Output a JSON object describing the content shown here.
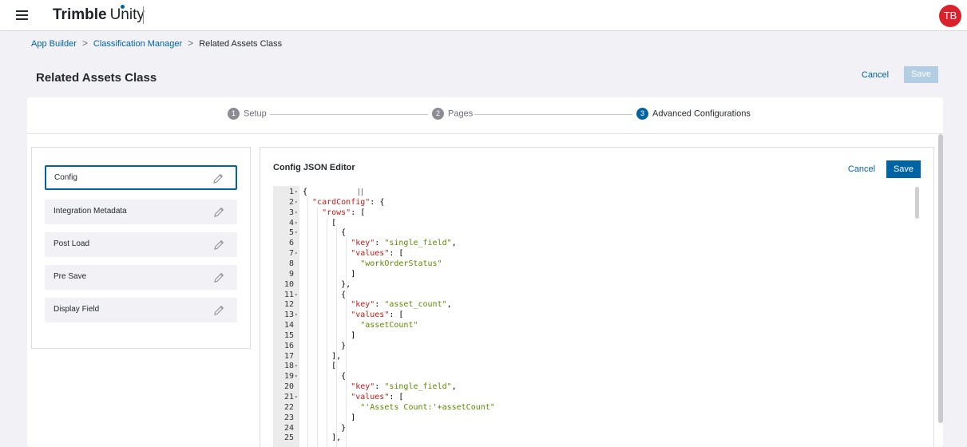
{
  "header": {
    "brand": "Trimble",
    "product": "Unity",
    "avatar_initials": "TB",
    "avatar_color": "#da212c"
  },
  "breadcrumb": {
    "items": [
      "App Builder",
      "Classification Manager",
      "Related Assets Class"
    ],
    "separator": ">"
  },
  "page": {
    "title": "Related Assets Class",
    "cancel_label": "Cancel",
    "save_label": "Save"
  },
  "stepper": {
    "steps": [
      {
        "num": "1",
        "label": "Setup",
        "active": false
      },
      {
        "num": "2",
        "label": "Pages",
        "active": false
      },
      {
        "num": "3",
        "label": "Advanced Configurations",
        "active": true
      }
    ]
  },
  "sidebar": {
    "items": [
      {
        "label": "Config",
        "selected": true
      },
      {
        "label": "Integration Metadata",
        "selected": false
      },
      {
        "label": "Post Load",
        "selected": false
      },
      {
        "label": "Pre Save",
        "selected": false
      },
      {
        "label": "Display Field",
        "selected": false
      }
    ]
  },
  "editor": {
    "title": "Config JSON Editor",
    "cancel_label": "Cancel",
    "save_label": "Save",
    "lines": [
      {
        "n": "1",
        "fold": true,
        "indent": 0,
        "tokens": [
          {
            "t": "p",
            "v": "{"
          }
        ]
      },
      {
        "n": "2",
        "fold": true,
        "indent": 1,
        "tokens": [
          {
            "t": "k",
            "v": "\"cardConfig\""
          },
          {
            "t": "p",
            "v": ": {"
          }
        ]
      },
      {
        "n": "3",
        "fold": true,
        "indent": 2,
        "tokens": [
          {
            "t": "k",
            "v": "\"rows\""
          },
          {
            "t": "p",
            "v": ": ["
          }
        ]
      },
      {
        "n": "4",
        "fold": true,
        "indent": 3,
        "tokens": [
          {
            "t": "p",
            "v": "["
          }
        ]
      },
      {
        "n": "5",
        "fold": true,
        "indent": 4,
        "tokens": [
          {
            "t": "p",
            "v": "{"
          }
        ]
      },
      {
        "n": "6",
        "fold": false,
        "indent": 5,
        "tokens": [
          {
            "t": "k",
            "v": "\"key\""
          },
          {
            "t": "p",
            "v": ": "
          },
          {
            "t": "s",
            "v": "\"single_field\""
          },
          {
            "t": "p",
            "v": ","
          }
        ]
      },
      {
        "n": "7",
        "fold": true,
        "indent": 5,
        "tokens": [
          {
            "t": "k",
            "v": "\"values\""
          },
          {
            "t": "p",
            "v": ": ["
          }
        ]
      },
      {
        "n": "8",
        "fold": false,
        "indent": 6,
        "tokens": [
          {
            "t": "s",
            "v": "\"workOrderStatus\""
          }
        ]
      },
      {
        "n": "9",
        "fold": false,
        "indent": 5,
        "tokens": [
          {
            "t": "p",
            "v": "]"
          }
        ]
      },
      {
        "n": "10",
        "fold": false,
        "indent": 4,
        "tokens": [
          {
            "t": "p",
            "v": "},"
          }
        ]
      },
      {
        "n": "11",
        "fold": true,
        "indent": 4,
        "tokens": [
          {
            "t": "p",
            "v": "{"
          }
        ]
      },
      {
        "n": "12",
        "fold": false,
        "indent": 5,
        "tokens": [
          {
            "t": "k",
            "v": "\"key\""
          },
          {
            "t": "p",
            "v": ": "
          },
          {
            "t": "s",
            "v": "\"asset_count\""
          },
          {
            "t": "p",
            "v": ","
          }
        ]
      },
      {
        "n": "13",
        "fold": true,
        "indent": 5,
        "tokens": [
          {
            "t": "k",
            "v": "\"values\""
          },
          {
            "t": "p",
            "v": ": ["
          }
        ]
      },
      {
        "n": "14",
        "fold": false,
        "indent": 6,
        "tokens": [
          {
            "t": "s",
            "v": "\"assetCount\""
          }
        ]
      },
      {
        "n": "15",
        "fold": false,
        "indent": 5,
        "tokens": [
          {
            "t": "p",
            "v": "]"
          }
        ]
      },
      {
        "n": "16",
        "fold": false,
        "indent": 4,
        "tokens": [
          {
            "t": "p",
            "v": "}"
          }
        ]
      },
      {
        "n": "17",
        "fold": false,
        "indent": 3,
        "tokens": [
          {
            "t": "p",
            "v": "],"
          }
        ]
      },
      {
        "n": "18",
        "fold": true,
        "indent": 3,
        "tokens": [
          {
            "t": "p",
            "v": "["
          }
        ]
      },
      {
        "n": "19",
        "fold": true,
        "indent": 4,
        "tokens": [
          {
            "t": "p",
            "v": "{"
          }
        ]
      },
      {
        "n": "20",
        "fold": false,
        "indent": 5,
        "tokens": [
          {
            "t": "k",
            "v": "\"key\""
          },
          {
            "t": "p",
            "v": ": "
          },
          {
            "t": "s",
            "v": "\"single_field\""
          },
          {
            "t": "p",
            "v": ","
          }
        ]
      },
      {
        "n": "21",
        "fold": true,
        "indent": 5,
        "tokens": [
          {
            "t": "k",
            "v": "\"values\""
          },
          {
            "t": "p",
            "v": ": ["
          }
        ]
      },
      {
        "n": "22",
        "fold": false,
        "indent": 6,
        "tokens": [
          {
            "t": "s",
            "v": "\"'Assets Count:'+assetCount\""
          }
        ]
      },
      {
        "n": "23",
        "fold": false,
        "indent": 5,
        "tokens": [
          {
            "t": "p",
            "v": "]"
          }
        ]
      },
      {
        "n": "24",
        "fold": false,
        "indent": 4,
        "tokens": [
          {
            "t": "p",
            "v": "}"
          }
        ]
      },
      {
        "n": "25",
        "fold": false,
        "indent": 3,
        "tokens": [
          {
            "t": "p",
            "v": "],"
          }
        ]
      }
    ]
  },
  "colors": {
    "accent": "#0063a3",
    "save_disabled": "#b3cde3",
    "json_key": "#c41a16",
    "json_string": "#5b8a00"
  }
}
